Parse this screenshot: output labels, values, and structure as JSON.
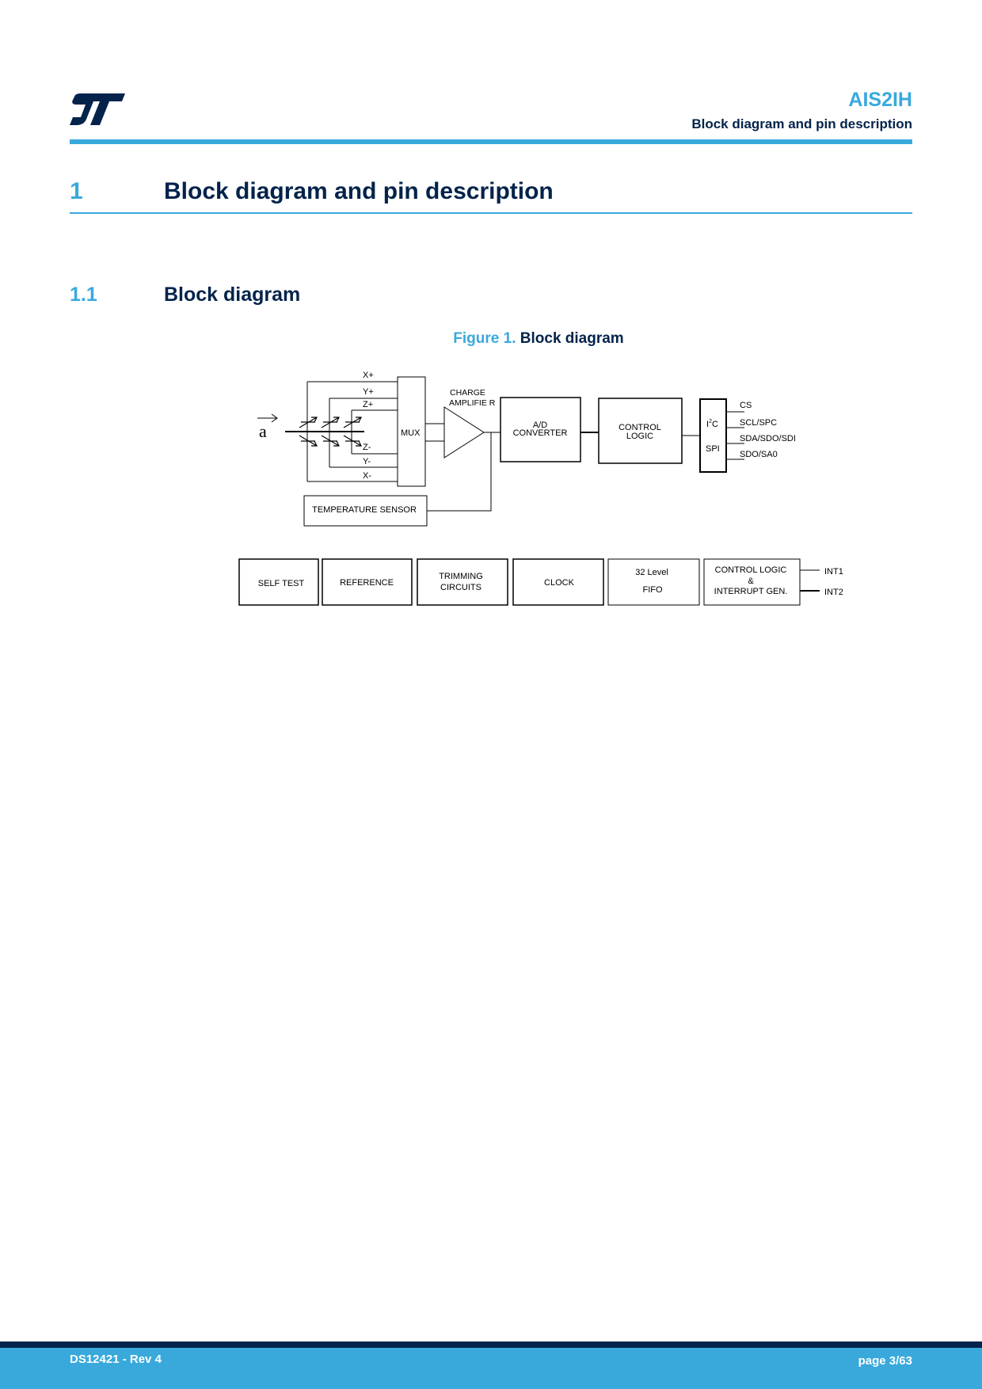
{
  "header": {
    "logo_text": "ST",
    "doc_title": "AIS2IH",
    "doc_subtitle": "Block diagram and pin description",
    "colors": {
      "accent": "#39a9dc",
      "navy": "#03234b"
    }
  },
  "section": {
    "number": "1",
    "title": "Block diagram and pin description"
  },
  "subsection": {
    "number": "1.1",
    "title": "Block diagram"
  },
  "figure": {
    "label": "Figure 1.",
    "title": "Block diagram"
  },
  "diagram": {
    "accel_symbol": "a",
    "mux_inputs": [
      "X+",
      "Y+",
      "Z+",
      "Z-",
      "Y-",
      "X-"
    ],
    "mux": "MUX",
    "charge_amp": [
      "CHARGE",
      "AMPLIFIE R"
    ],
    "adc": [
      "A/D",
      "CONVERTER"
    ],
    "control_logic": [
      "CONTROL",
      "LOGIC"
    ],
    "interface": {
      "i2c_main": "I",
      "i2c_sup": "2",
      "i2c_tail": "C",
      "spi": "SPI"
    },
    "pins": [
      "CS",
      "SCL/SPC",
      "SDA/SDO/SDI",
      "SDO/SA0"
    ],
    "temperature_sensor": "TEMPERATURE SENSOR",
    "bottom_blocks": {
      "self_test": "SELF TEST",
      "reference": "REFERENCE",
      "trimming": [
        "TRIMMING",
        "CIRCUITS"
      ],
      "clock": "CLOCK",
      "fifo": [
        "32 Level",
        "FIFO"
      ],
      "ctrl_int": [
        "CONTROL LOGIC",
        "&",
        "INTERRUPT GEN."
      ]
    },
    "interrupts": [
      "INT1",
      "INT2"
    ]
  },
  "footer": {
    "doc_id": "DS12421 - Rev 4",
    "page": "page 3/63"
  }
}
